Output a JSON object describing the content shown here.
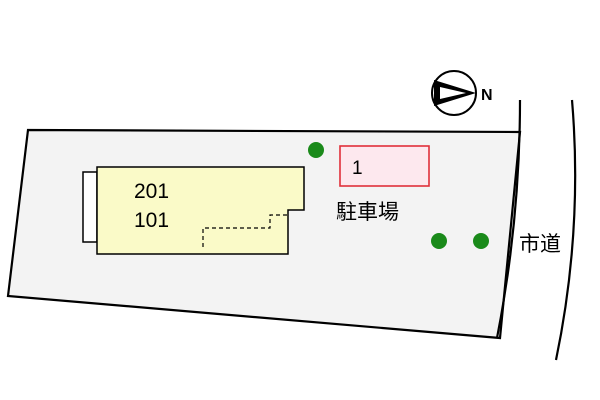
{
  "compass": {
    "direction_label": "N"
  },
  "building": {
    "unit_upper": "201",
    "unit_lower": "101",
    "color": "#fafac8"
  },
  "parking": {
    "space_number": "1",
    "label": "駐車場",
    "space_fill": "#fde8ee",
    "space_border": "#e0303a"
  },
  "road": {
    "label": "市道"
  },
  "lot": {
    "fill": "#f3f3f3"
  },
  "trees": {
    "count": 3,
    "color": "#1a8a1a"
  }
}
